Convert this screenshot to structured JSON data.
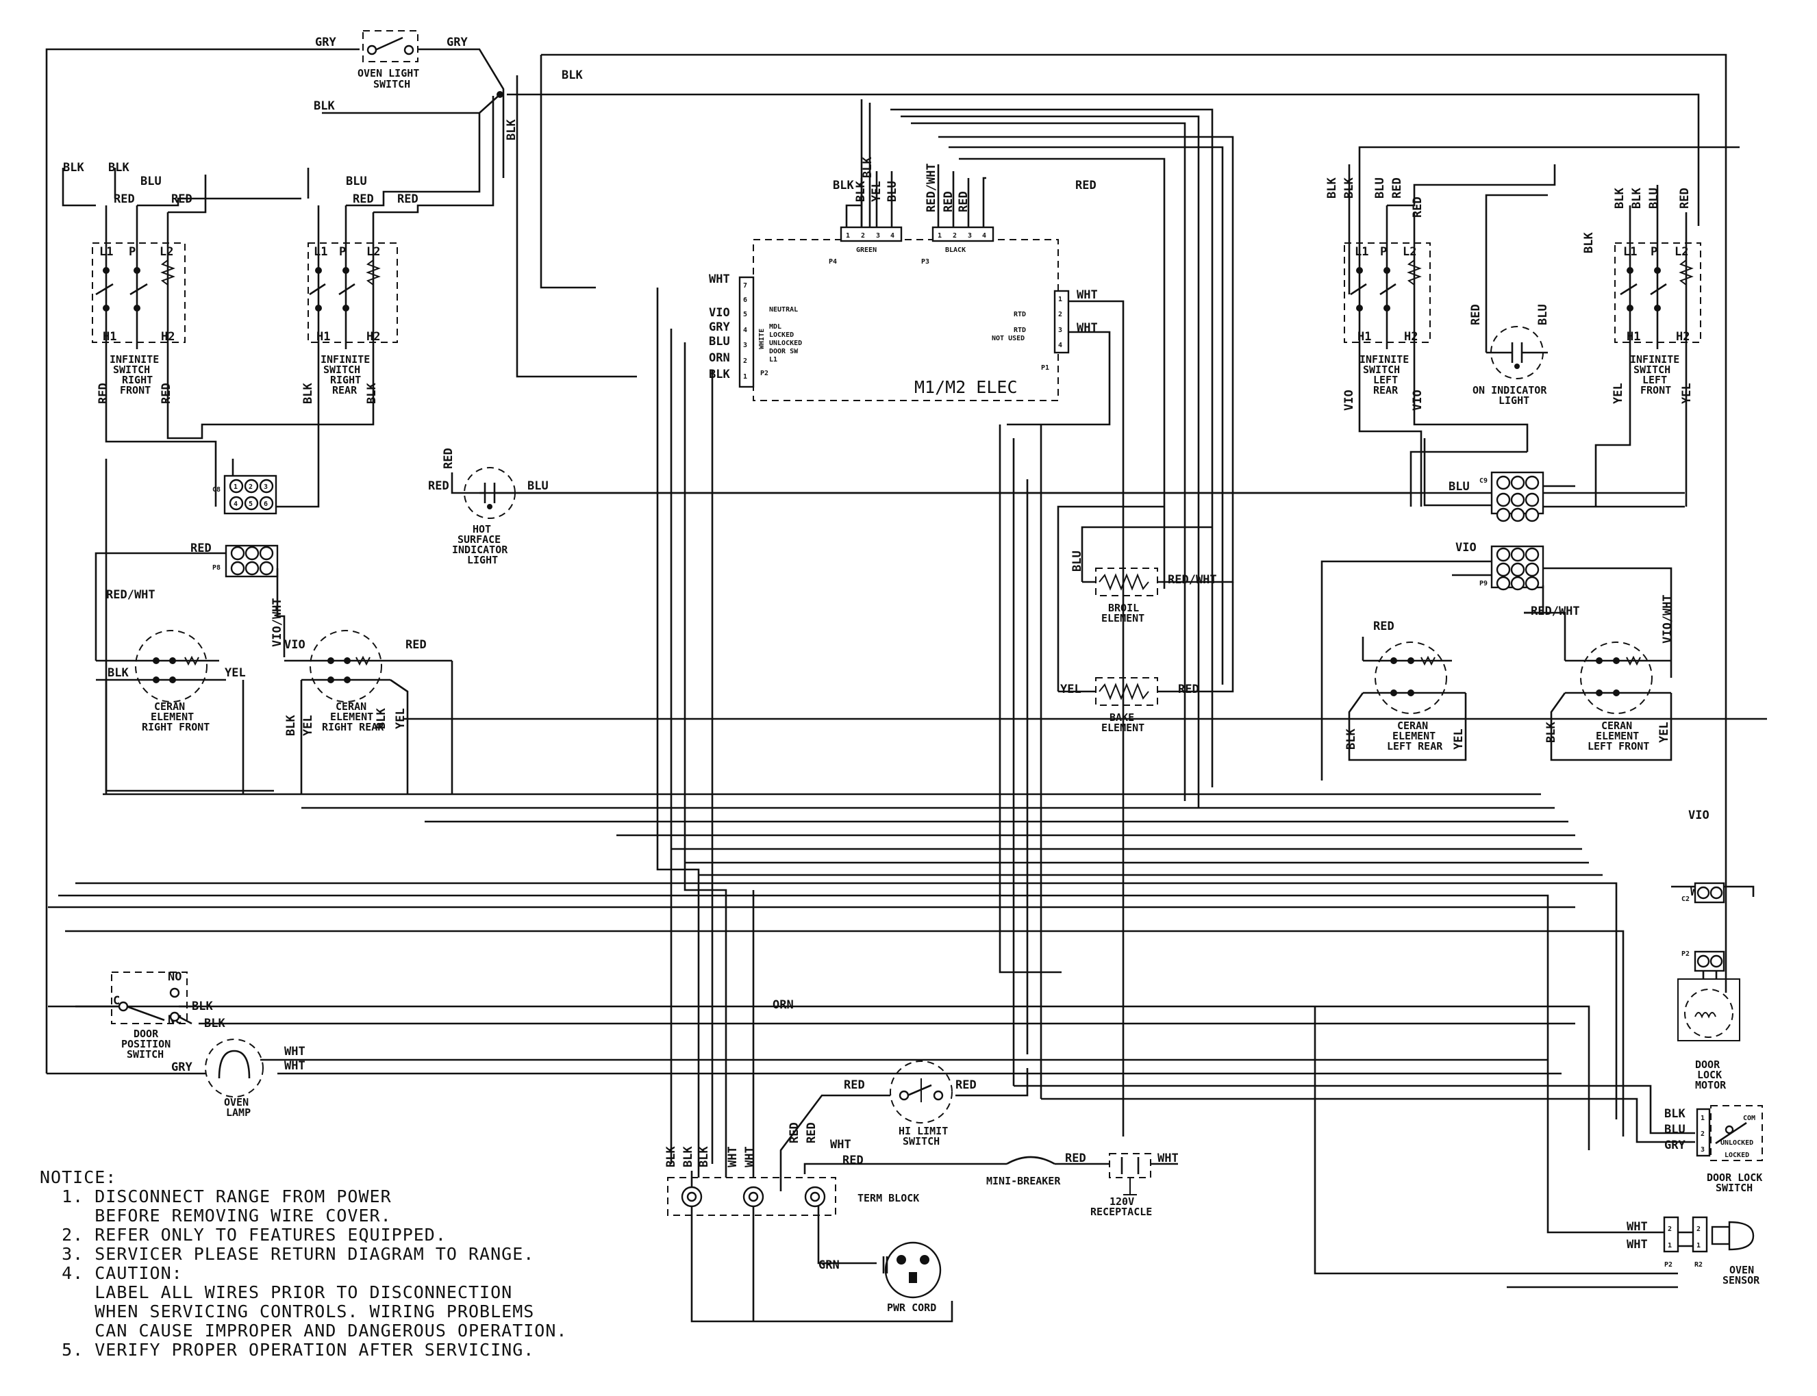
{
  "wire_colors": {
    "gry": "GRY",
    "blk": "BLK",
    "blu": "BLU",
    "red": "RED",
    "wht": "WHT",
    "vio": "VIO",
    "yel": "YEL",
    "orn": "ORN",
    "red_wht": "RED/WHT",
    "vio_wht": "VIO/WHT",
    "grn": "GRN"
  },
  "components": {
    "oven_light_switch": "OVEN LIGHT\nSWITCH",
    "infinite_right_front": "INFINITE\nSWITCH\nRIGHT\nFRONT",
    "infinite_right_rear": "INFINITE\nSWITCH\nRIGHT\nREAR",
    "infinite_left_rear": "INFINITE\nSWITCH\nLEFT\nREAR",
    "infinite_left_front": "INFINITE\nSWITCH\nLEFT\nFRONT",
    "on_indicator": "ON INDICATOR\nLIGHT",
    "hot_surface": "HOT\nSURFACE\nINDICATOR\nLIGHT",
    "broil": "BROIL\nELEMENT",
    "bake": "BAKE\nELEMENT",
    "ceran_rf": "CERAN\nELEMENT\nRIGHT FRONT",
    "ceran_rr": "CERAN\nELEMENT\nRIGHT REAR",
    "ceran_lr": "CERAN\nELEMENT\nLEFT REAR",
    "ceran_lf": "CERAN\nELEMENT\nLEFT FRONT",
    "door_position": "DOOR\nPOSITION\nSWITCH",
    "oven_lamp": "OVEN\nLAMP",
    "hi_limit": "HI LIMIT\nSWITCH",
    "mini_breaker": "MINI-BREAKER",
    "receptacle": "120V\nRECEPTACLE",
    "term_block": "TERM BLOCK",
    "pwr_cord": "PWR CORD",
    "door_lock_motor": "DOOR\nLOCK\nMOTOR",
    "door_lock_switch": "DOOR LOCK\nSWITCH",
    "oven_sensor": "OVEN\nSENSOR",
    "m1m2": "M1/M2 ELEC"
  },
  "pins": {
    "l1": "L1",
    "p": "P",
    "l2": "L2",
    "h1": "H1",
    "h2": "H2",
    "no": "NO",
    "nc": "NC",
    "c": "C",
    "c8": "C8",
    "c9": "C9",
    "p8": "P8",
    "p9": "P9",
    "c2": "C2",
    "p2": "P2",
    "r2": "R2",
    "n1": "1",
    "n2": "2",
    "n3": "3",
    "n4": "4",
    "n5": "5",
    "n6": "6",
    "n7": "7",
    "green": "GREEN",
    "black": "BLACK",
    "white": "WHITE",
    "p4": "P4",
    "p3": "P3",
    "p2c": "P2",
    "p1": "P1",
    "neutral": "NEUTRAL",
    "mdl": "MDL",
    "locked": "LOCKED",
    "unlocked": "UNLOCKED",
    "door_sw": "DOOR SW",
    "lt": "L1",
    "rtd": "RTD",
    "not_used": "NOT USED",
    "com": "COM",
    "unlocked_s": "UNLOCKED",
    "locked_s": "LOCKED"
  },
  "notice": [
    "NOTICE:",
    "  1. DISCONNECT RANGE FROM POWER",
    "     BEFORE REMOVING WIRE COVER.",
    "  2. REFER ONLY TO FEATURES EQUIPPED.",
    "  3. SERVICER PLEASE RETURN DIAGRAM TO RANGE.",
    "  4. CAUTION:",
    "     LABEL ALL WIRES PRIOR TO DISCONNECTION",
    "     WHEN SERVICING CONTROLS. WIRING PROBLEMS",
    "     CAN CAUSE IMPROPER AND DANGEROUS OPERATION.",
    "  5. VERIFY PROPER OPERATION AFTER SERVICING."
  ]
}
